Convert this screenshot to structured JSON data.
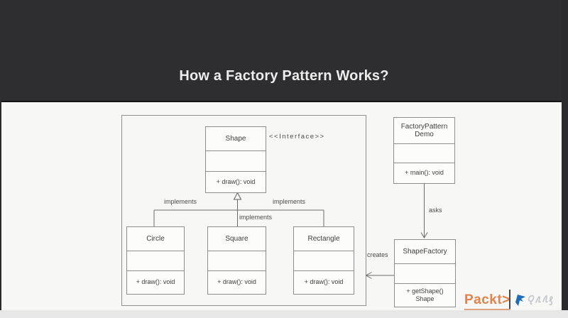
{
  "header": {
    "title": "How a Factory Pattern Works?",
    "bg_color": "#2e2e30",
    "text_color": "#ededed"
  },
  "diagram": {
    "interface_stereotype": "<<Interface>>",
    "classes": {
      "shape": {
        "name": "Shape",
        "method": "+ draw(): void"
      },
      "circle": {
        "name": "Circle",
        "method": "+ draw(): void"
      },
      "square": {
        "name": "Square",
        "method": "+ draw(): void"
      },
      "rectangle": {
        "name": "Rectangle",
        "method": "+ draw(): void"
      },
      "factory_pattern_demo": {
        "name_line1": "FactoryPattern",
        "name_line2": "Demo",
        "method": "+ main(): void"
      },
      "shape_factory": {
        "name": "ShapeFactory",
        "method_line1": "+ getShape()",
        "method_line2": "Shape"
      }
    },
    "labels": {
      "implements_left": "implements",
      "implements_center": "implements",
      "implements_right": "implements",
      "asks": "asks",
      "creates": "creates"
    }
  },
  "footer": {
    "packt_logo": "Packt>",
    "packt_color": "#e0834d",
    "brand_blue": "#1e6cb5"
  }
}
